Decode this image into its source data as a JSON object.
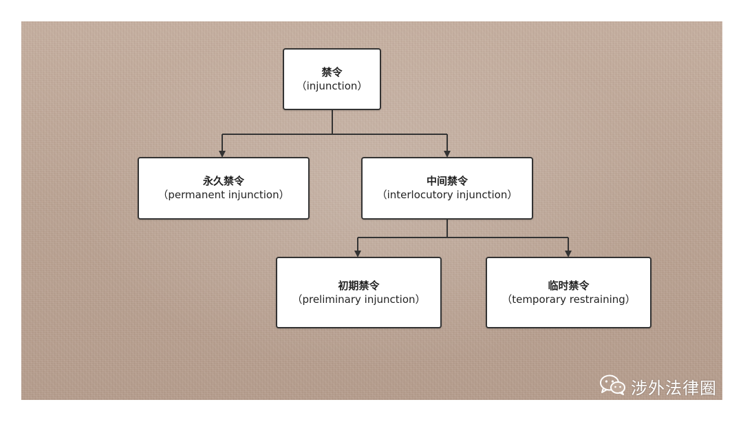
{
  "nodes": {
    "root": {
      "zh": "禁令",
      "en": "（injunction）"
    },
    "permanent": {
      "zh": "永久禁令",
      "en": "（permanent injunction）"
    },
    "interlocutory": {
      "zh": "中间禁令",
      "en": "（interlocutory injunction）"
    },
    "preliminary": {
      "zh": "初期禁令",
      "en": "（preliminary injunction）"
    },
    "temporary": {
      "zh": "临时禁令",
      "en": "（temporary restraining）"
    }
  },
  "edges": [
    [
      "root",
      "permanent"
    ],
    [
      "root",
      "interlocutory"
    ],
    [
      "interlocutory",
      "preliminary"
    ],
    [
      "interlocutory",
      "temporary"
    ]
  ],
  "watermark": {
    "icon": "wechat-icon",
    "text": "涉外法律圈"
  },
  "colors": {
    "background": "#bfa99a",
    "node_fill": "#ffffff",
    "node_border": "#333333",
    "connector": "#333333",
    "watermark_text": "#ffffff"
  }
}
